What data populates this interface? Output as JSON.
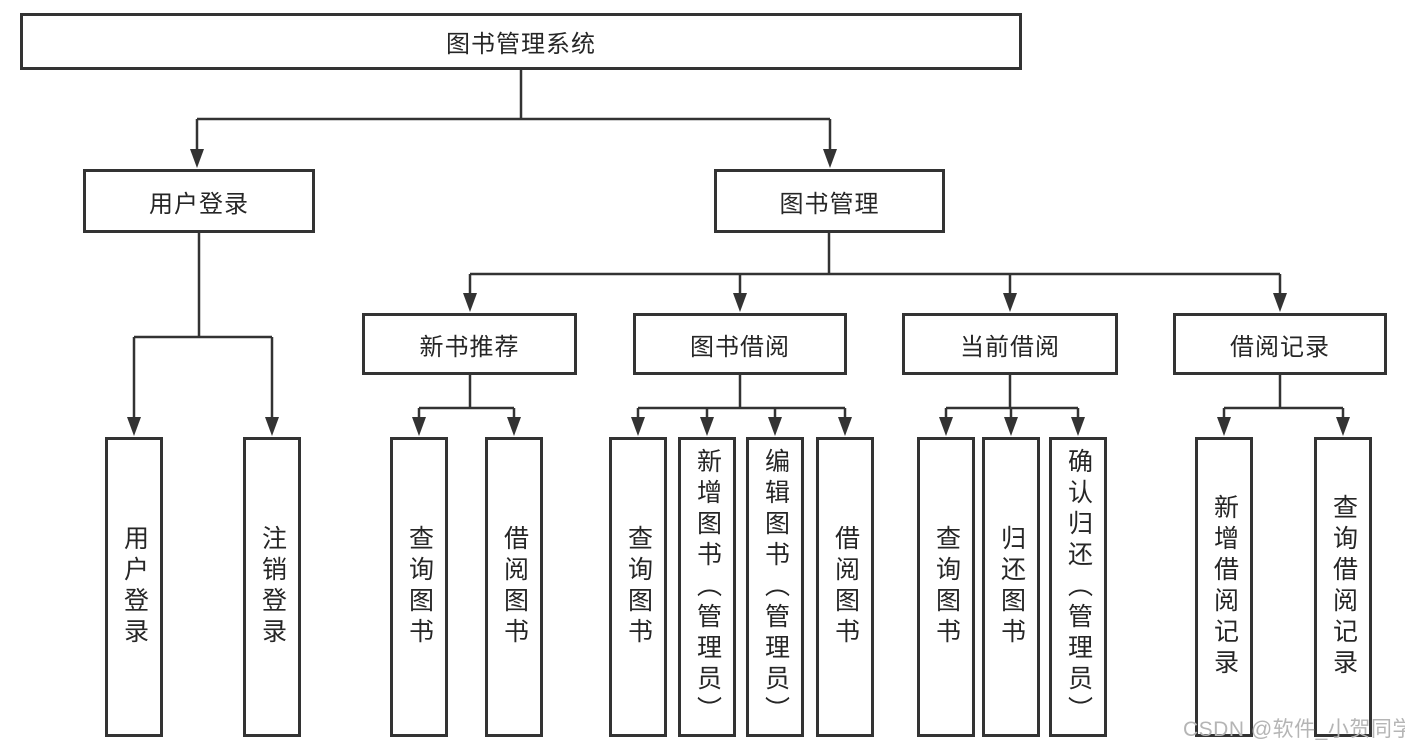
{
  "colors": {
    "line": "#333333",
    "box_border": "#333333",
    "box_fill": "#ffffff",
    "text": "#262626",
    "watermark": "#b5b5b5"
  },
  "watermark": {
    "text": "CSDN @软件_小贺同学"
  },
  "diagram": {
    "root": {
      "label": "图书管理系统"
    },
    "branches": [
      {
        "label": "用户登录",
        "children": [
          {
            "label": "用户登录"
          },
          {
            "label": "注销登录"
          }
        ]
      },
      {
        "label": "图书管理",
        "children": [
          {
            "label": "新书推荐",
            "children": [
              {
                "label": "查询图书"
              },
              {
                "label": "借阅图书"
              }
            ]
          },
          {
            "label": "图书借阅",
            "children": [
              {
                "label": "查询图书"
              },
              {
                "label": "新增图书（管理员）"
              },
              {
                "label": "编辑图书（管理员）"
              },
              {
                "label": "借阅图书"
              }
            ]
          },
          {
            "label": "当前借阅",
            "children": [
              {
                "label": "查询图书"
              },
              {
                "label": "归还图书"
              },
              {
                "label": "确认归还（管理员）"
              }
            ]
          },
          {
            "label": "借阅记录",
            "children": [
              {
                "label": "新增借阅记录"
              },
              {
                "label": "查询借阅记录"
              }
            ]
          }
        ]
      }
    ]
  }
}
